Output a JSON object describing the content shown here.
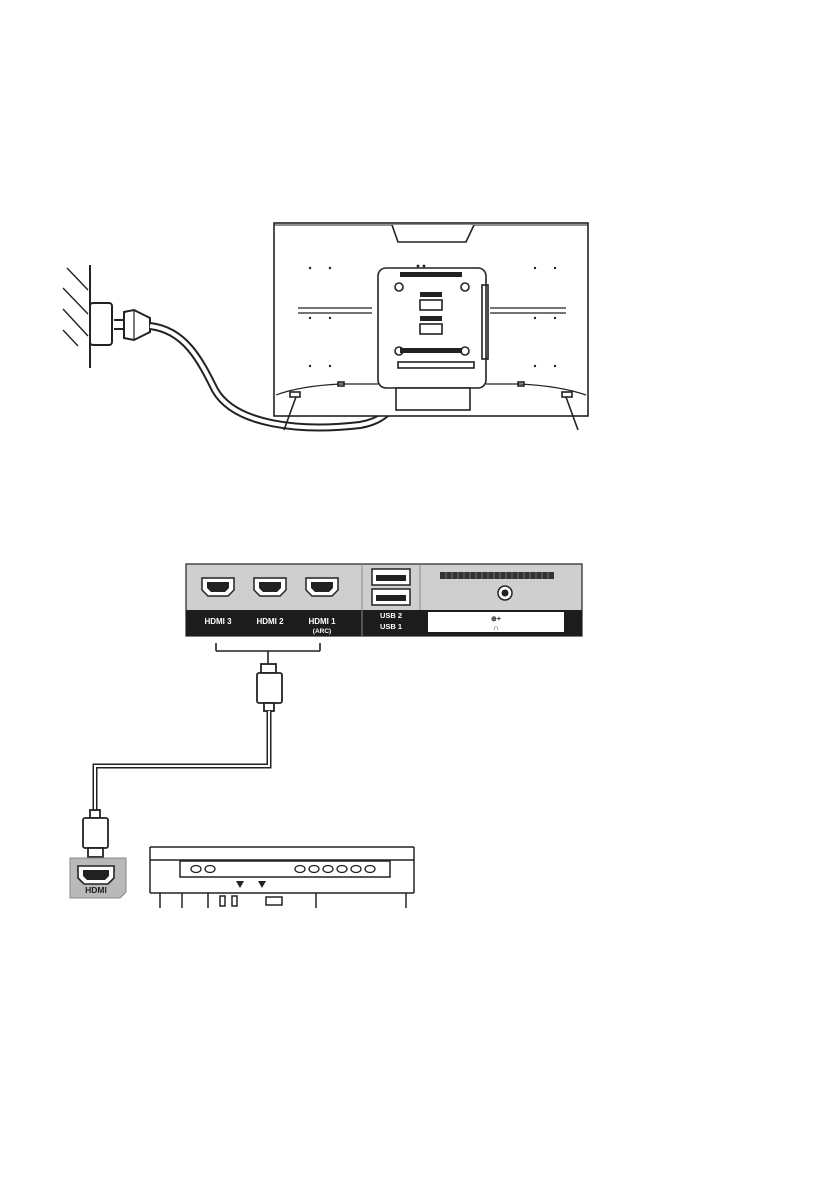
{
  "labels": {
    "hdmi3": "HDMI 3",
    "hdmi2": "HDMI 2",
    "hdmi1": "HDMI 1",
    "hdmi1_note": "(ARC)",
    "usb2": "USB 2",
    "usb1": "USB 1",
    "device_hdmi": "HDMI",
    "ci_symbol": "⊕+",
    "headphone_symbol": "∩"
  },
  "colors": {
    "line": "#222222",
    "panel": "#cfcfcf",
    "label_strip": "#1c1c1c",
    "badge": "#b9b9b9"
  },
  "icons": [
    "wall-socket-icon",
    "power-plug-icon",
    "hdmi-plug-icon",
    "headphone-icon"
  ]
}
